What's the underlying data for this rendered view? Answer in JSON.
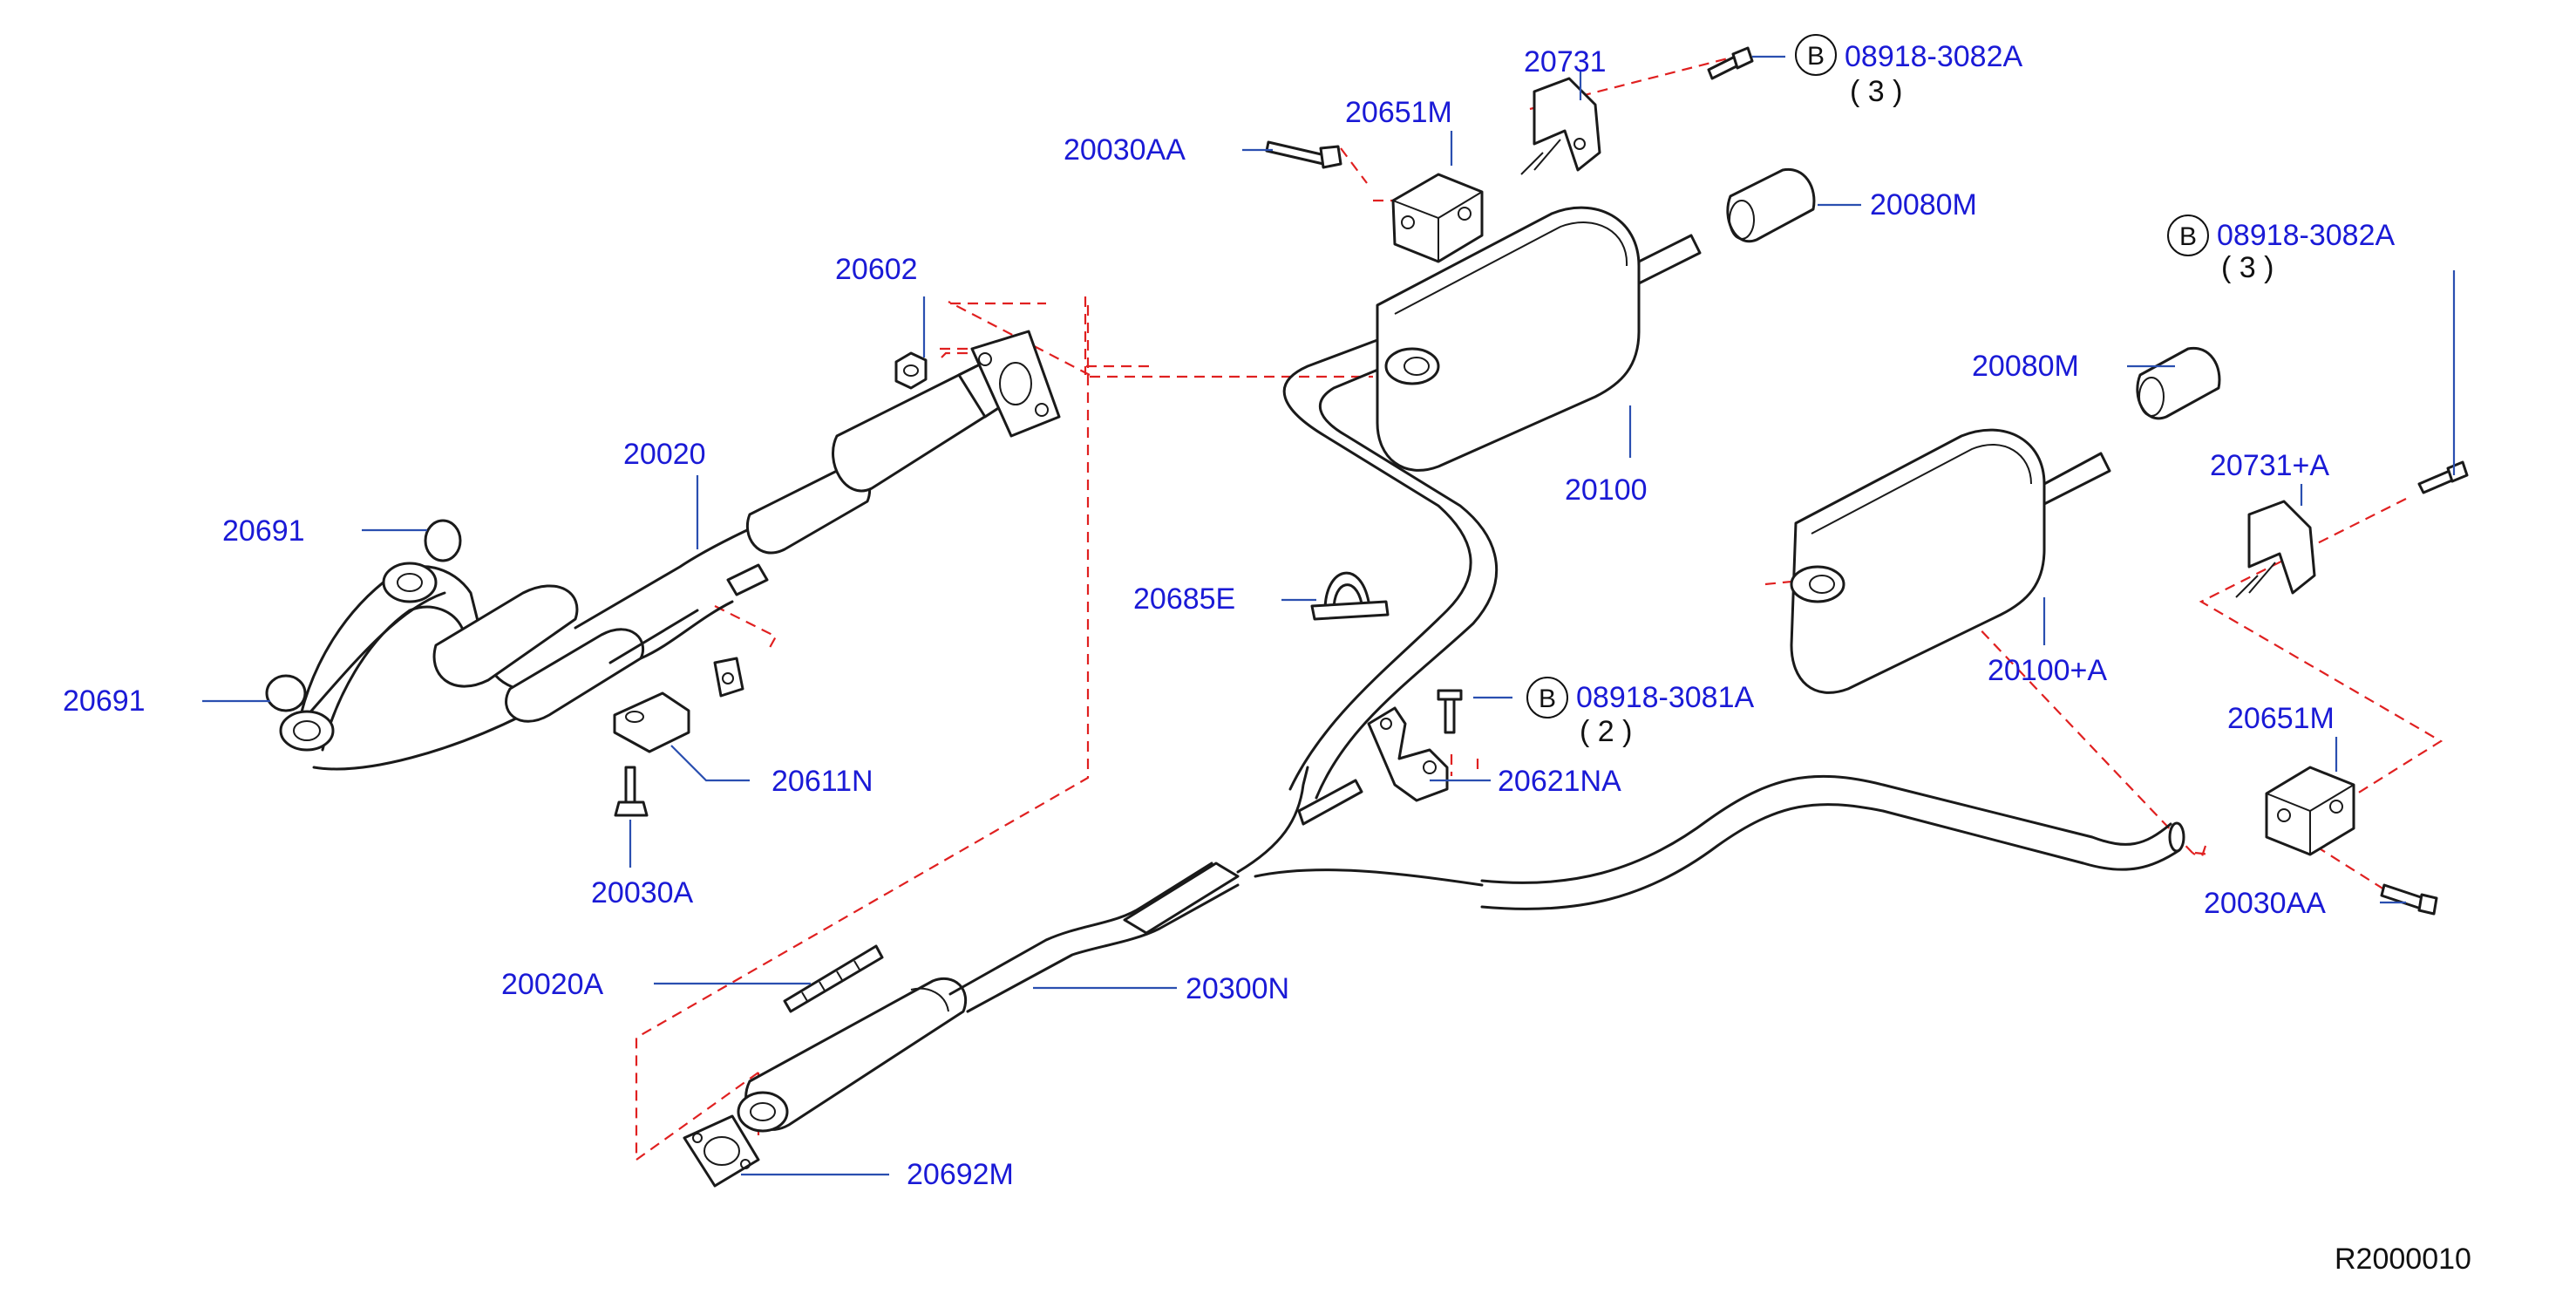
{
  "diagram": {
    "reference_code": "R2000010",
    "colors": {
      "label": "#1a1ad6",
      "leader": "#2a4fb0",
      "centerline": "#e02020",
      "part_stroke": "#1a1a1a"
    },
    "labels": {
      "p20731": "20731",
      "p08918_3082A_top": "08918-3082A",
      "qty_top": "( 3 )",
      "p20651M_top": "20651M",
      "p20030AA_top": "20030AA",
      "p20080M_top": "20080M",
      "p08918_3082A_right": "08918-3082A",
      "qty_right": "( 3 )",
      "p20602": "20602",
      "p20020": "20020",
      "p20691_a": "20691",
      "p20691_b": "20691",
      "p20100": "20100",
      "p20080M_right": "20080M",
      "p20731A": "20731+A",
      "p20685E": "20685E",
      "p20100A": "20100+A",
      "p08918_3081A": "08918-3081A",
      "qty_mid": "( 2 )",
      "p20621NA": "20621NA",
      "p20611N": "20611N",
      "p20651M_right": "20651M",
      "p20030A": "20030A",
      "p20030AA_right": "20030AA",
      "p20020A": "20020A",
      "p20300N": "20300N",
      "p20692M": "20692M"
    },
    "circle_marker": "B"
  }
}
